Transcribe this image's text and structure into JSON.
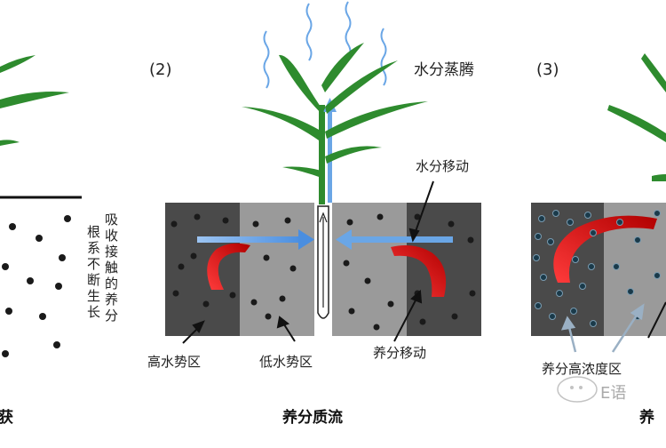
{
  "panel1": {
    "col1_text": "根系不断生长",
    "col2_text": "吸收接触的养分",
    "caption_fragment": "获"
  },
  "panel2": {
    "number": "(2)",
    "evaporation_label": "水分蒸腾",
    "water_move_label": "水分移动",
    "high_potential_label": "高水势区",
    "low_potential_label": "低水势区",
    "nutrient_move_label": "养分移动",
    "caption": "养分质流"
  },
  "panel3": {
    "number": "(3)",
    "high_concentration_label": "养分高浓度区",
    "caption_fragment": "养",
    "watermark": "E语"
  },
  "colors": {
    "soil_dark": "#4a4a4a",
    "soil_light": "#9a9a9a",
    "leaf": "#2e8b2e",
    "flow_arrow": "#6aa6e6",
    "nutrient_arrow": "#d12020",
    "particle": "#1a1a1a"
  }
}
